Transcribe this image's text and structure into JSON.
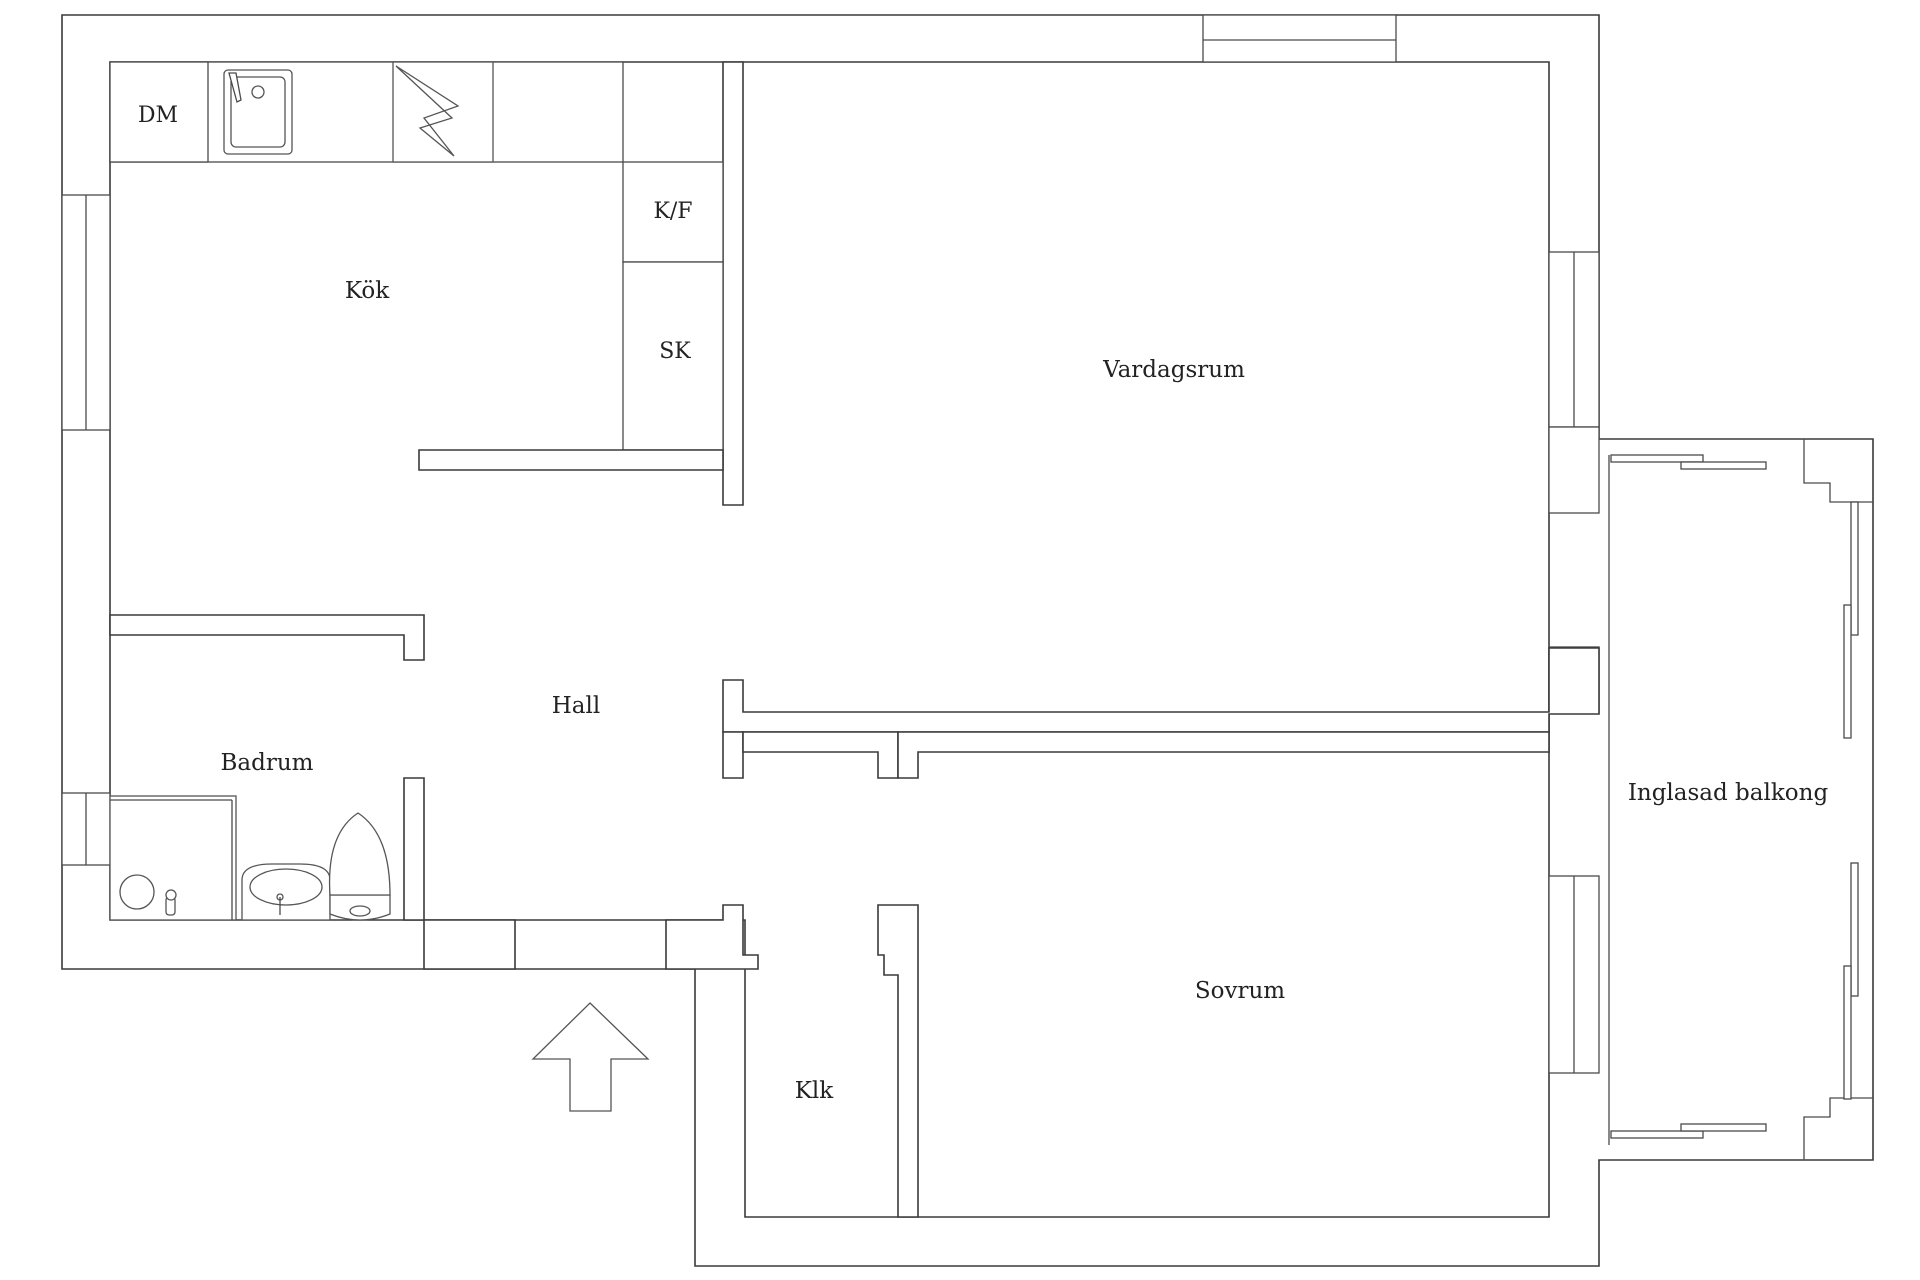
{
  "floorplan": {
    "rooms": {
      "kitchen": "Kök",
      "living_room": "Vardagsrum",
      "hall": "Hall",
      "bathroom": "Badrum",
      "glazed_balcony": "Inglasad balkong",
      "bedroom": "Sovrum",
      "closet": "Klk"
    },
    "fixtures": {
      "dishwasher": "DM",
      "fridge_freezer": "K/F",
      "cabinet": "SK"
    },
    "entrance_icon": "up-arrow-icon",
    "colors": {
      "line": "#3a3a3a",
      "background": "#ffffff"
    }
  }
}
